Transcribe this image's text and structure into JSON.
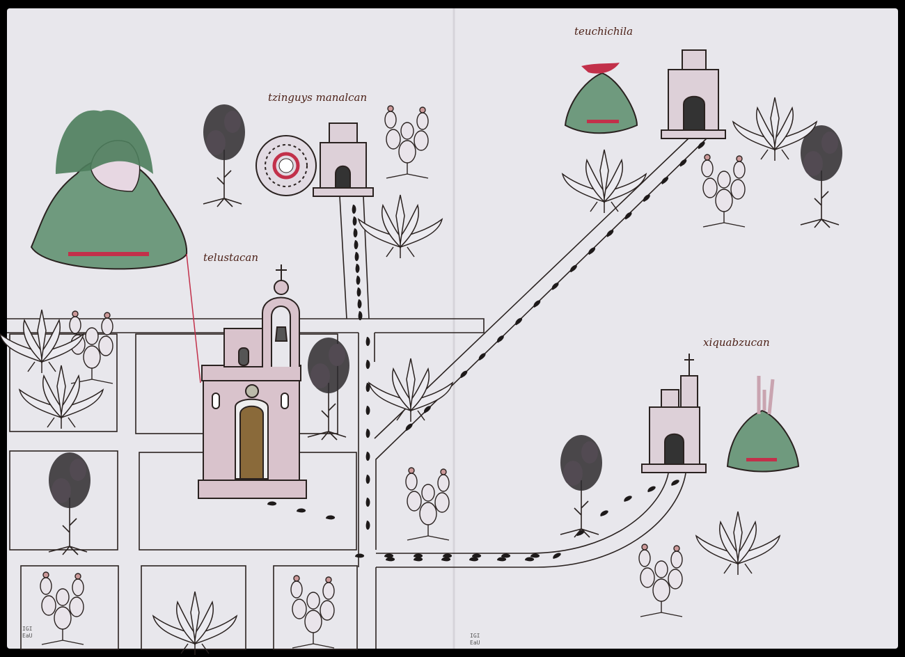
{
  "title": "Pictorial map of a town with churches, roads and landscape",
  "labels": {
    "telustacan": "telustacan",
    "tzinguys_manalcan": "tzinguys manalcan",
    "teuchichila": "teuchichila",
    "xiquabzucan": "xiquabzucan"
  },
  "stamps": [
    "IGI",
    "EaU"
  ],
  "colors": {
    "paper": "#e8e7ec",
    "ink": "#2a2220",
    "mountain": "#6f9a7e",
    "church": "#d9c3cc",
    "red": "#c2304a",
    "door": "#8a6a3a"
  }
}
